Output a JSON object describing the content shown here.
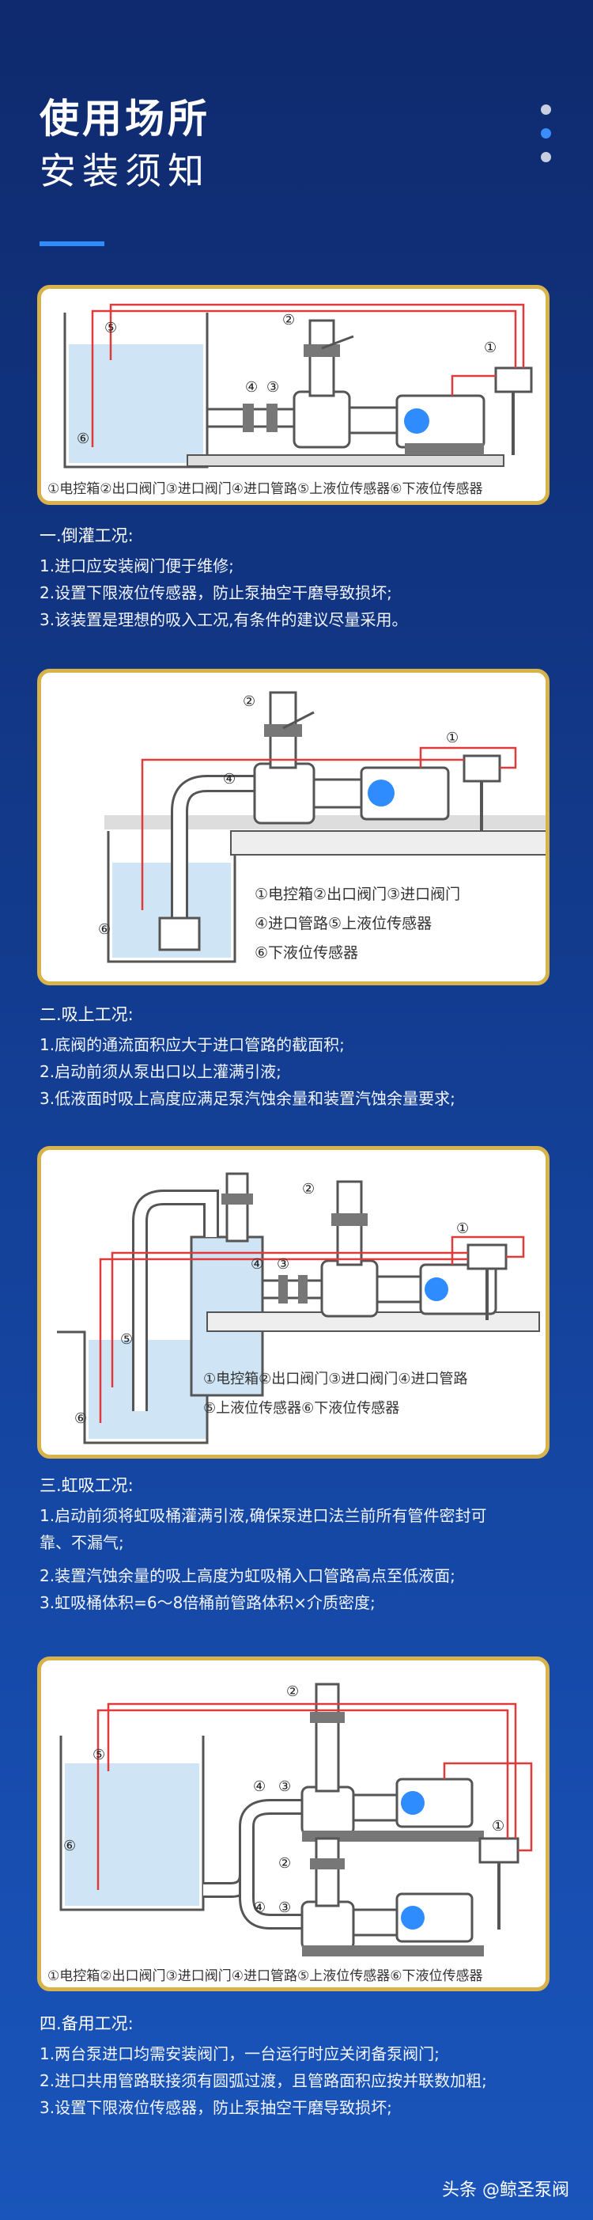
{
  "header": {
    "title_line1": "使用场所",
    "title_line2": "安装须知"
  },
  "nav_dots": [
    false,
    true,
    false
  ],
  "colors": {
    "frame": "#d8b24a",
    "accent": "#2e8cff",
    "wire": "#e03a3a",
    "pipe": "#555555",
    "water": "#cfe4f4"
  },
  "diagram1": {
    "labels": [
      "①",
      "②",
      "③",
      "④",
      "⑤",
      "⑥"
    ],
    "legend": "①电控箱②出口阀门③进口阀门④进口管路⑤上液位传感器⑥下液位传感器"
  },
  "diagram2": {
    "labels": [
      "①",
      "②",
      "④",
      "⑥"
    ],
    "legend": [
      "①电控箱②出口阀门③进口阀门",
      "④进口管路⑤上液位传感器",
      "⑥下液位传感器"
    ]
  },
  "diagram3": {
    "labels": [
      "①",
      "②",
      "③",
      "④",
      "⑤",
      "⑥"
    ],
    "legend": [
      "①电控箱②出口阀门③进口阀门④进口管路",
      "⑤上液位传感器⑥下液位传感器"
    ]
  },
  "diagram4": {
    "labels": [
      "①",
      "②",
      "③",
      "④",
      "⑤",
      "⑥",
      "②",
      "③",
      "④"
    ],
    "legend": "①电控箱②出口阀门③进口阀门④进口管路⑤上液位传感器⑥下液位传感器"
  },
  "sections": [
    {
      "title": "一.倒灌工况:",
      "lines": [
        "1.进口应安装阀门便于维修;",
        "2.设置下限液位传感器，防止泵抽空干磨导致损坏;",
        "3.该装置是理想的吸入工况,有条件的建议尽量采用。"
      ]
    },
    {
      "title": "二.吸上工况:",
      "lines": [
        "1.底阀的通流面积应大于进口管路的截面积;",
        "2.启动前须从泵出口以上灌满引液;",
        "3.低液面时吸上高度应满足泵汽蚀余量和装置汽蚀余量要求;"
      ]
    },
    {
      "title": "三.虹吸工况:",
      "lines": [
        "1.启动前须将虹吸桶灌满引液,确保泵进口法兰前所有管件密封可",
        "靠、不漏气;",
        "2.装置汽蚀余量的吸上高度为虹吸桶入口管路高点至低液面;",
        "3.虹吸桶体积=6～8倍桶前管路体积×介质密度;"
      ]
    },
    {
      "title": "四.备用工况:",
      "lines": [
        "1.两台泵进口均需安装阀门，一台运行时应关闭备泵阀门;",
        "2.进口共用管路联接须有圆弧过渡，且管路面积应按并联数加粗;",
        "3.设置下限液位传感器，防止泵抽空干磨导致损坏;"
      ]
    }
  ],
  "footer": {
    "text": "头条 @鲸圣泵阀"
  }
}
